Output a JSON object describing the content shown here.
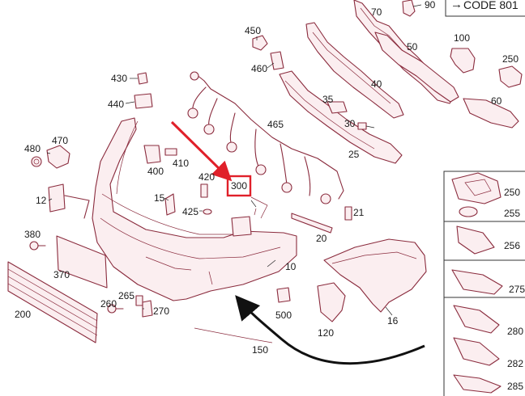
{
  "code_ref": "CODE 801",
  "highlight": {
    "part": "300",
    "color": "#e0202a"
  },
  "colors": {
    "line": "#8a2b3d",
    "fill": "#fbeef0",
    "text": "#1a1a1a",
    "arrow_red": "#e0202a",
    "arrow_black": "#111111"
  },
  "part_numbers": {
    "p70": "70",
    "p90": "90",
    "p50": "50",
    "p100": "100",
    "p250": "250",
    "p450": "450",
    "p460": "460",
    "p40": "40",
    "p60": "60",
    "p430": "430",
    "p440": "440",
    "p35": "35",
    "p30": "30",
    "p465": "465",
    "p25": "25",
    "p470": "470",
    "p480": "480",
    "p400": "400",
    "p410": "410",
    "p420": "420",
    "p300": "300",
    "p12": "12",
    "p15": "15",
    "p425": "425",
    "p21": "21",
    "p255": "255",
    "p20": "20",
    "p380": "380",
    "p256": "256",
    "p10": "10",
    "p370": "370",
    "p275": "275",
    "p265": "265",
    "p260": "260",
    "p270": "270",
    "p200": "200",
    "p500": "500",
    "p16": "16",
    "p120": "120",
    "p280": "280",
    "p150": "150",
    "p282": "282",
    "p285": "285"
  }
}
